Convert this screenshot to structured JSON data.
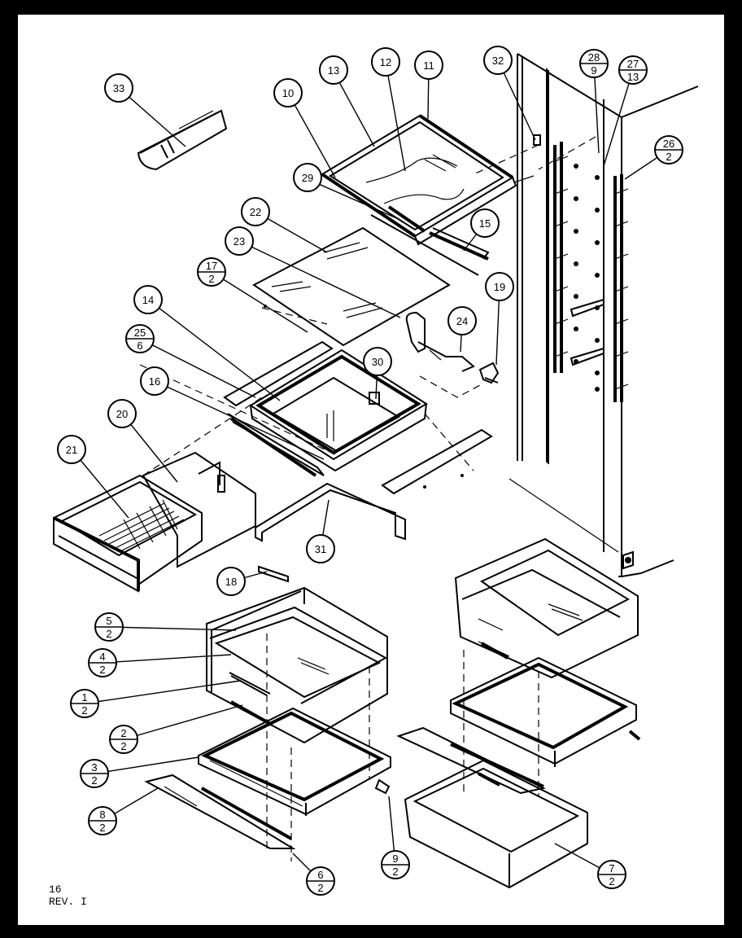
{
  "callouts": [
    {
      "id": "33",
      "num": "33",
      "den": ""
    },
    {
      "id": "13",
      "num": "13",
      "den": ""
    },
    {
      "id": "12",
      "num": "12",
      "den": ""
    },
    {
      "id": "11",
      "num": "11",
      "den": ""
    },
    {
      "id": "10",
      "num": "10",
      "den": ""
    },
    {
      "id": "32",
      "num": "32",
      "den": ""
    },
    {
      "id": "28-9",
      "num": "28",
      "den": "9"
    },
    {
      "id": "27-13",
      "num": "27",
      "den": "13"
    },
    {
      "id": "26-2",
      "num": "26",
      "den": "2"
    },
    {
      "id": "29",
      "num": "29",
      "den": ""
    },
    {
      "id": "22",
      "num": "22",
      "den": ""
    },
    {
      "id": "23",
      "num": "23",
      "den": ""
    },
    {
      "id": "15",
      "num": "15",
      "den": ""
    },
    {
      "id": "17-2",
      "num": "17",
      "den": "2"
    },
    {
      "id": "19",
      "num": "19",
      "den": ""
    },
    {
      "id": "14",
      "num": "14",
      "den": ""
    },
    {
      "id": "24",
      "num": "24",
      "den": ""
    },
    {
      "id": "25-6",
      "num": "25",
      "den": "6"
    },
    {
      "id": "30",
      "num": "30",
      "den": ""
    },
    {
      "id": "16",
      "num": "16",
      "den": ""
    },
    {
      "id": "20",
      "num": "20",
      "den": ""
    },
    {
      "id": "21",
      "num": "21",
      "den": ""
    },
    {
      "id": "31",
      "num": "31",
      "den": ""
    },
    {
      "id": "18",
      "num": "18",
      "den": ""
    },
    {
      "id": "5-2",
      "num": "5",
      "den": "2"
    },
    {
      "id": "4-2",
      "num": "4",
      "den": "2"
    },
    {
      "id": "1-2",
      "num": "1",
      "den": "2"
    },
    {
      "id": "2-2",
      "num": "2",
      "den": "2"
    },
    {
      "id": "3-2",
      "num": "3",
      "den": "2"
    },
    {
      "id": "8-2",
      "num": "8",
      "den": "2"
    },
    {
      "id": "6-2",
      "num": "6",
      "den": "2"
    },
    {
      "id": "9-2",
      "num": "9",
      "den": "2"
    },
    {
      "id": "7-2",
      "num": "7",
      "den": "2"
    }
  ],
  "footer": {
    "line1": "16",
    "line2": "REV. I"
  }
}
